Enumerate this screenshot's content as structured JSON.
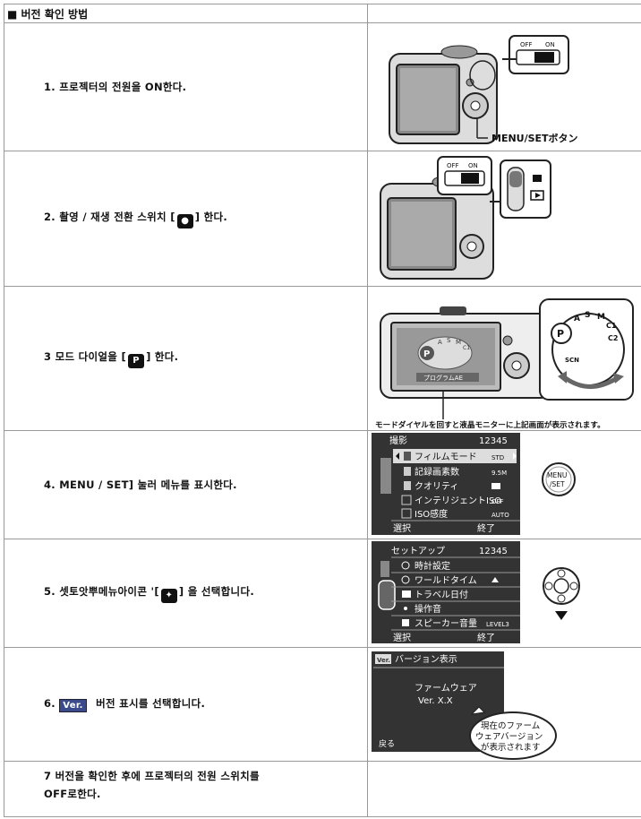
{
  "header": {
    "title": "■ 버전 확인 방법"
  },
  "steps": [
    {
      "text": "1. 프로젝터의 전원을 ON한다."
    },
    {
      "text_before": "2. 촬영 / 재생 전환 스위치 [",
      "icon": "camera-icon",
      "text_after": "] 한다."
    },
    {
      "text_before": "3 모드 다이얼을 [",
      "icon_label": "P",
      "text_after": "] 한다."
    },
    {
      "text": "4. MENU / SET] 눌러 메뉴를 표시한다."
    },
    {
      "text_before": "5. 셋토앗뿌메뉴아이콘 '[",
      "icon": "wrench-icon",
      "text_after": "] 을 선택합니다."
    },
    {
      "prefix": "6.",
      "badge": "Ver.",
      "text": "버전 표시를 선택합니다."
    },
    {
      "line1": "7 버전을 확인한 후에 프로젝터의 전원 스위치를",
      "line2": "OFF로한다."
    }
  ],
  "fig1": {
    "switch_off": "OFF",
    "switch_on": "ON",
    "callout": "MENU/SETボタン"
  },
  "fig2": {
    "switch_off": "OFF",
    "switch_on": "ON"
  },
  "fig3": {
    "caption": "モードダイヤルを回すと液晶モニターに上記画面が表示されます。",
    "screen_label": "プログラムAE",
    "dial_letters": [
      "P",
      "A",
      "S",
      "M",
      "C1",
      "C2",
      "SCN"
    ]
  },
  "menu1": {
    "title": "撮影",
    "pages": "12345",
    "items": [
      {
        "label": "フィルムモード",
        "value": "STD"
      },
      {
        "label": "記録画素数",
        "value": "9.5M"
      },
      {
        "label": "クオリティ",
        "value": ""
      },
      {
        "label": "インテリジェントISO",
        "value": "OFF"
      },
      {
        "label": "ISO感度",
        "value": "AUTO"
      }
    ],
    "footer_left": "選択",
    "footer_right": "終了",
    "button_line1": "MENU",
    "button_line2": "/SET"
  },
  "menu2": {
    "title": "セットアップ",
    "pages": "12345",
    "items": [
      {
        "label": "時計設定",
        "value": ""
      },
      {
        "label": "ワールドタイム",
        "value": ""
      },
      {
        "label": "トラベル日付",
        "value": ""
      },
      {
        "label": "操作音",
        "value": ""
      },
      {
        "label": "スピーカー音量",
        "value": "LEVEL3"
      }
    ],
    "footer_left": "選択",
    "footer_right": "終了"
  },
  "ver_screen": {
    "badge": "Ver.",
    "title": "バージョン表示",
    "line1": "ファームウェア",
    "line2": "Ver. X.X",
    "back": "戻る",
    "bubble": [
      "現在のファーム",
      "ウェアバージョン",
      "が表示されます"
    ]
  }
}
